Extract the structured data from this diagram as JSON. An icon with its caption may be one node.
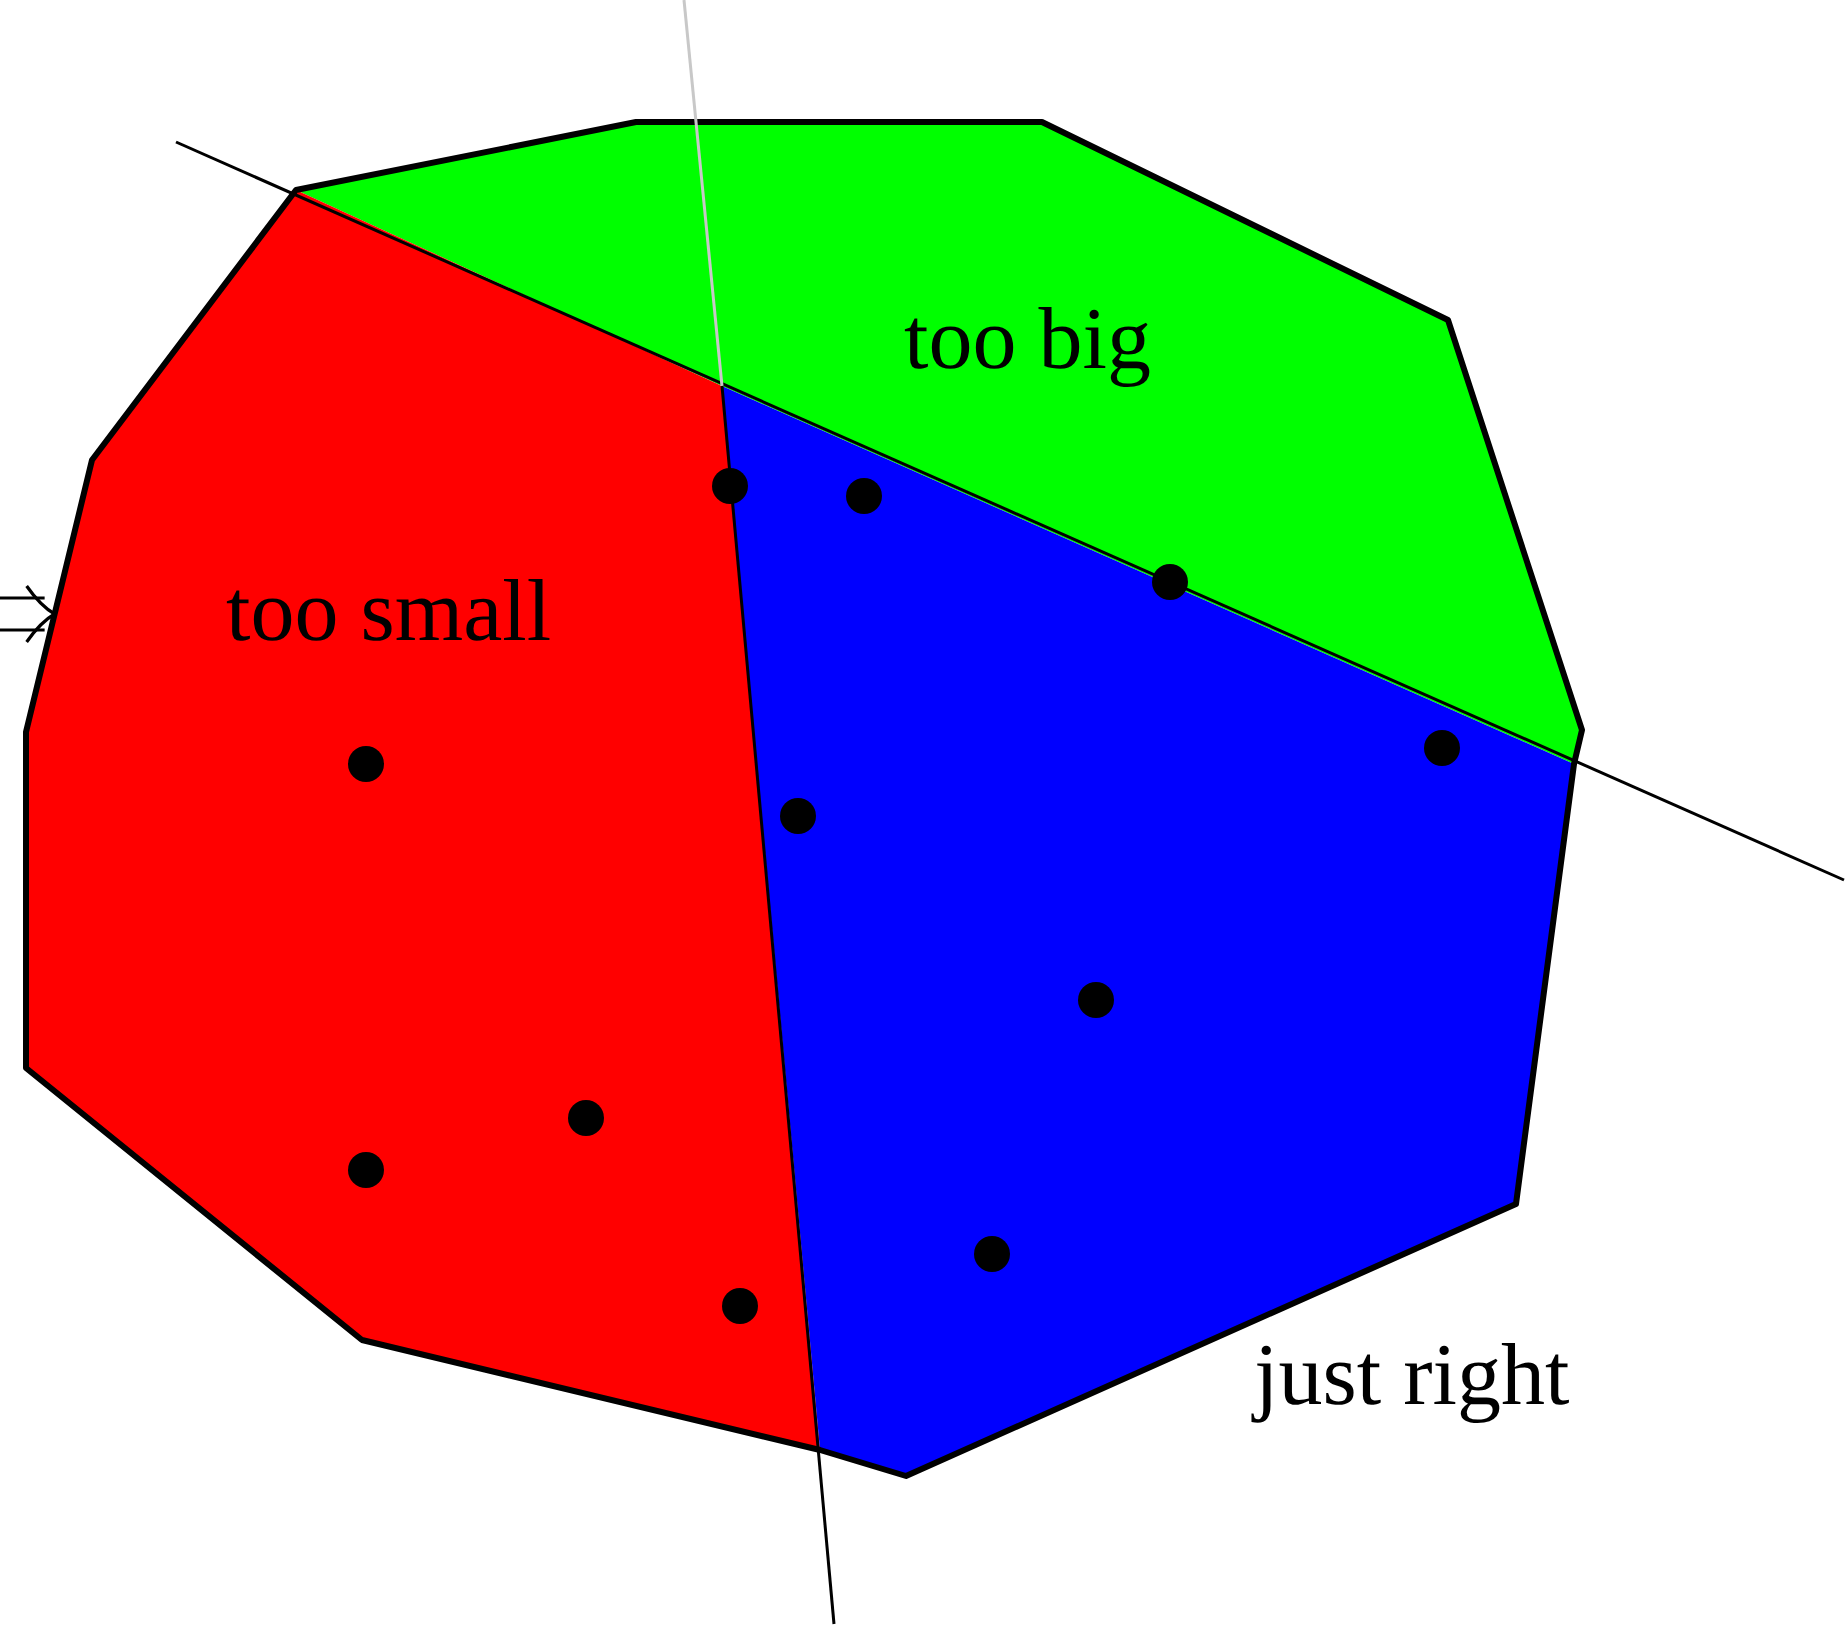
{
  "diagram": {
    "nodes": [
      {
        "text": [
          "too big"
        ]
      },
      {
        "text": [
          "too small"
        ]
      },
      {
        "text": [
          "just right"
        ]
      }
    ],
    "edges": [
      {
        "from": null,
        "to": 1,
        "arrow": "to"
      }
    ]
  }
}
